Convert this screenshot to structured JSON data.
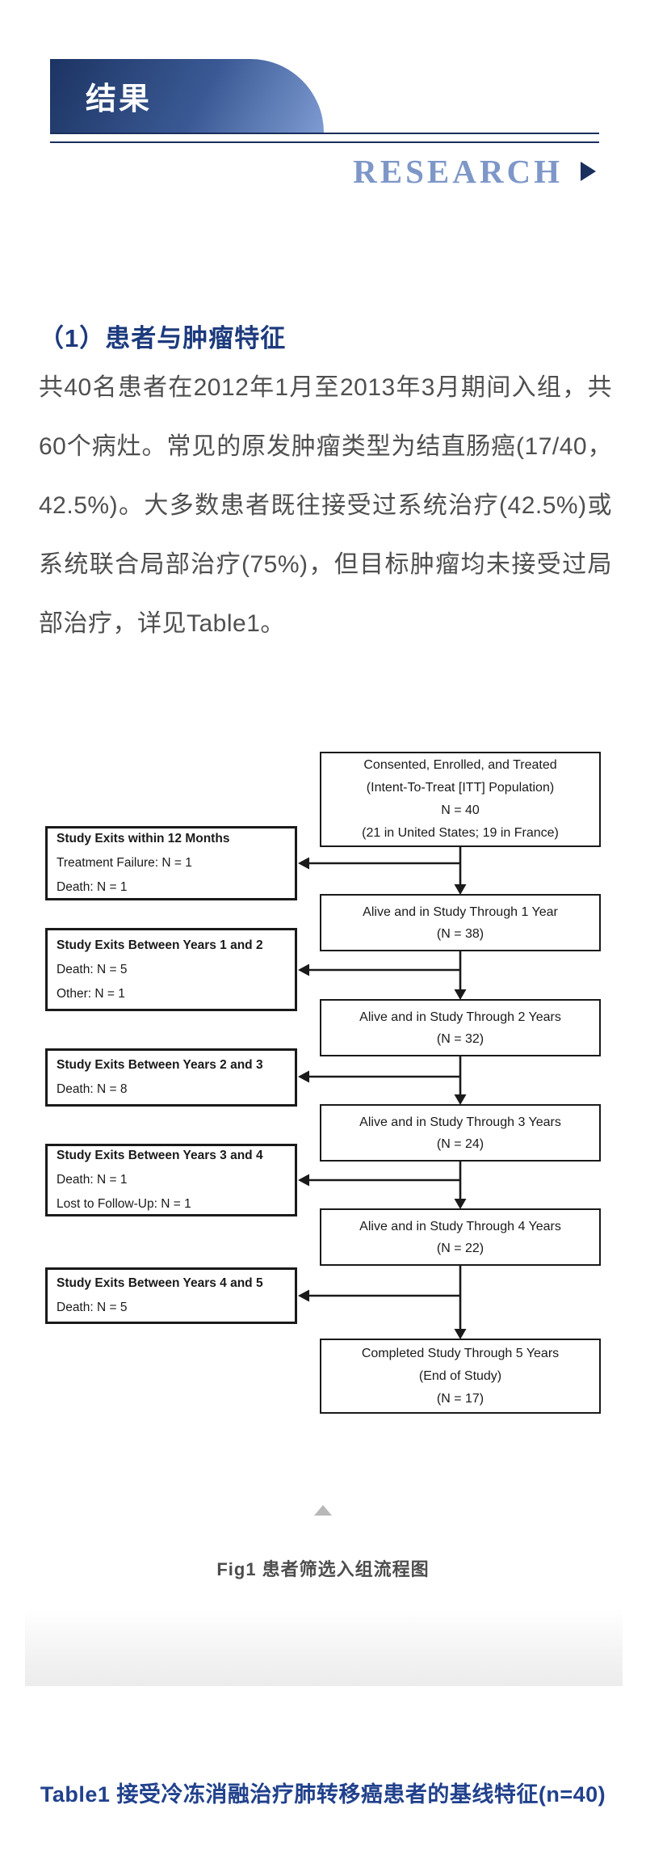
{
  "banner": {
    "title": "结果"
  },
  "research": {
    "label": "RESEARCH"
  },
  "section": {
    "heading": "（1）患者与肿瘤特征",
    "paragraph": "共40名患者在2012年1月至2013年3月期间入组，共60个病灶。常见的原发肿瘤类型为结直肠癌(17/40，42.5%)。大多数患者既往接受过系统治疗(42.5%)或系统联合局部治疗(75%)，但目标肿瘤均未接受过局部治疗，详见Table1。"
  },
  "flowchart": {
    "center_boxes": [
      {
        "lines": [
          "Consented, Enrolled, and Treated",
          "(Intent-To-Treat [ITT] Population)",
          "N = 40",
          "(21 in United States; 19 in France)"
        ]
      },
      {
        "lines": [
          "Alive and in Study Through 1 Year",
          "(N = 38)"
        ]
      },
      {
        "lines": [
          "Alive and in Study Through 2 Years",
          "(N = 32)"
        ]
      },
      {
        "lines": [
          "Alive and in Study Through 3 Years",
          "(N = 24)"
        ]
      },
      {
        "lines": [
          "Alive and in Study Through 4 Years",
          "(N = 22)"
        ]
      },
      {
        "lines": [
          "Completed Study Through 5 Years",
          "(End of Study)",
          "(N = 17)"
        ]
      }
    ],
    "exit_boxes": [
      {
        "title": "Study Exits within 12 Months",
        "lines": [
          "Treatment Failure: N = 1",
          "Death: N = 1"
        ]
      },
      {
        "title": "Study Exits Between Years 1 and 2",
        "lines": [
          "Death: N = 5",
          "Other: N = 1"
        ]
      },
      {
        "title": "Study Exits Between Years 2 and 3",
        "lines": [
          "Death: N = 8"
        ]
      },
      {
        "title": "Study Exits Between Years 3 and 4",
        "lines": [
          "Death: N = 1",
          "Lost to Follow-Up: N = 1"
        ]
      },
      {
        "title": "Study Exits Between Years 4 and 5",
        "lines": [
          "Death: N = 5"
        ]
      }
    ]
  },
  "fig_caption": "Fig1 患者筛选入组流程图",
  "table_title": "Table1 接受冷冻消融治疗肺转移癌患者的基线特征(n=40)",
  "colors": {
    "banner_gradient_start": "#1c3463",
    "banner_gradient_end": "#7e9bd2",
    "divider_navy": "#1b2f5e",
    "research_blue": "#7e97c8",
    "heading_navy": "#1c3a7d",
    "table_title_navy": "#21418c",
    "paragraph_gray": "#4f4f4f",
    "caption_gray": "#4d4d4d",
    "collapse_icon_gray": "#b8b8b8",
    "flowchart_ink": "#1a1a1a"
  }
}
